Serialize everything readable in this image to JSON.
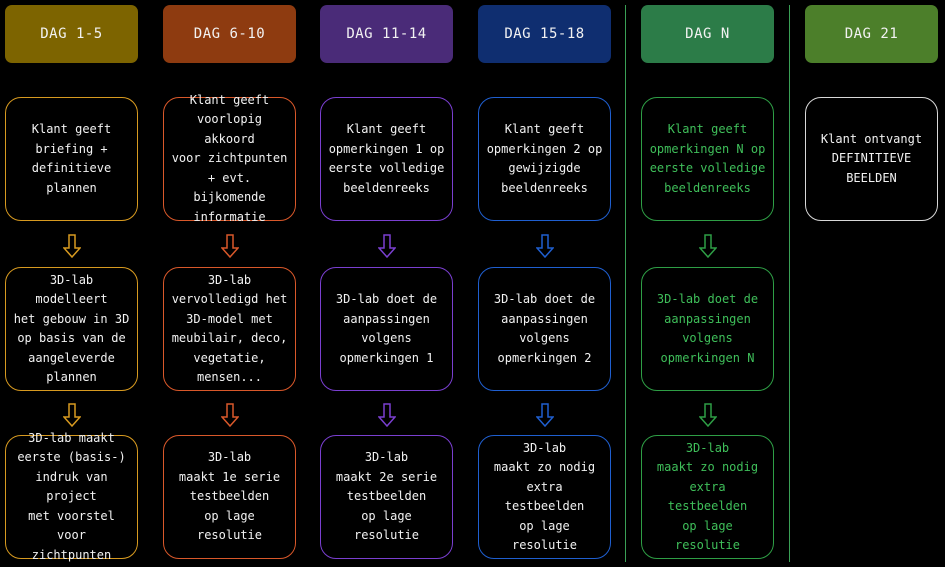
{
  "columns": [
    {
      "header": "DAG 1-5",
      "color": "#d79a20",
      "header_bg": "#7d6400",
      "steps": [
        "Klant geeft\nbriefing +\ndefinitieve plannen",
        "3D-lab modelleert\nhet gebouw in 3D\nop basis van de\naangeleverde\nplannen",
        "3D-lab maakt\neerste (basis-)\nindruk van project\nmet voorstel voor\nzichtpunten"
      ]
    },
    {
      "header": "DAG 6-10",
      "color": "#d9582a",
      "header_bg": "#8e3b10",
      "steps": [
        "Klant geeft\nvoorlopig akkoord\nvoor zichtpunten\n+ evt. bijkomende\ninformatie",
        "3D-lab\nvervolledigd het\n3D-model met\nmeubilair, deco,\nvegetatie,\nmensen...",
        "3D-lab\nmaakt 1e serie\ntestbeelden\nop lage resolutie"
      ]
    },
    {
      "header": "DAG 11-14",
      "color": "#7a3fd0",
      "header_bg": "#4a2b78",
      "steps": [
        "Klant geeft\nopmerkingen 1 op\neerste volledige\nbeeldenreeks",
        "3D-lab doet de\naanpassingen\nvolgens\nopmerkingen 1",
        "3D-lab\nmaakt 2e serie\ntestbeelden\nop lage resolutie"
      ]
    },
    {
      "header": "DAG 15-18",
      "color": "#1f5fd0",
      "header_bg": "#0f2e70",
      "steps": [
        "Klant geeft\nopmerkingen 2 op\ngewijzigde\nbeeldenreeks",
        "3D-lab doet de\naanpassingen\nvolgens\nopmerkingen 2",
        "3D-lab\nmaakt zo nodig\nextra testbeelden\nop lage resolutie"
      ]
    },
    {
      "header": "DAG N",
      "color": "#2e9e45",
      "header_bg": "#2c7c48",
      "steps": [
        "Klant geeft\nopmerkingen N op\neerste volledige\nbeeldenreeks",
        "3D-lab doet de\naanpassingen\nvolgens\nopmerkingen N",
        "3D-lab\nmaakt zo nodig\nextra testbeelden\nop lage resolutie"
      ]
    },
    {
      "header": "DAG 21",
      "color": "#d8d8d8",
      "header_bg": "#4c7f2a",
      "steps": [
        "Klant ontvangt\nDEFINITIEVE\nBEELDEN"
      ]
    }
  ]
}
